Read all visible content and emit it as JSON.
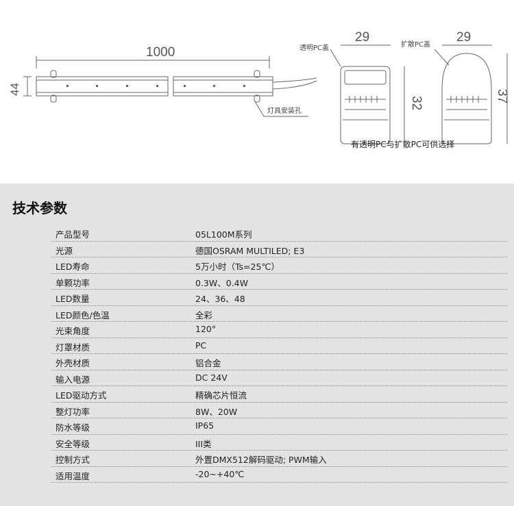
{
  "diagram": {
    "length_dim": "1000",
    "height_dim": "44",
    "mount_hole_label": "灯具安装孔",
    "profile_clear": {
      "label": "透明PC盖",
      "width_dim": "29",
      "height_dim": "32"
    },
    "profile_diffuse": {
      "label": "扩散PC盖",
      "width_dim": "29",
      "height_dim": "37"
    },
    "caption": "有透明PC与扩散PC可供选择"
  },
  "spec": {
    "title": "技术参数",
    "rows": [
      {
        "k": "产品型号",
        "v": "05L100M系列"
      },
      {
        "k": "光源",
        "v": "德国OSRAM MULTILED; E3"
      },
      {
        "k": "LED寿命",
        "v": "5万小时（Ts=25℃）"
      },
      {
        "k": "单颗功率",
        "v": "0.3W、0.4W"
      },
      {
        "k": "LED数量",
        "v": "24、36、48"
      },
      {
        "k": "LED颜色/色温",
        "v": "全彩"
      },
      {
        "k": "光束角度",
        "v": "120°"
      },
      {
        "k": "灯罩材质",
        "v": "PC"
      },
      {
        "k": "外壳材质",
        "v": "铝合金"
      },
      {
        "k": "输入电源",
        "v": "DC 24V"
      },
      {
        "k": "LED驱动方式",
        "v": "精确芯片恒流"
      },
      {
        "k": "整灯功率",
        "v": "8W、20W"
      },
      {
        "k": "防水等级",
        "v": "IP65"
      },
      {
        "k": "安全等级",
        "v": "III类"
      },
      {
        "k": "控制方式",
        "v": "外置DMX512解码驱动; PWM输入"
      },
      {
        "k": "适用温度",
        "v": "-20~+40℃"
      }
    ]
  }
}
